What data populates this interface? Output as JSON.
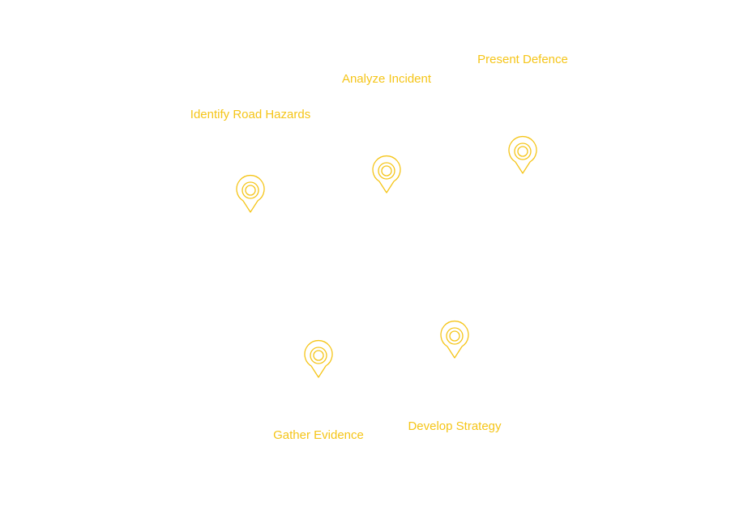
{
  "diagram": {
    "accent_color": "#f5c518",
    "steps": [
      {
        "label": "Identify Road Hazards",
        "icon": "map-pin-icon"
      },
      {
        "label": "Analyze Incident",
        "icon": "map-pin-icon"
      },
      {
        "label": "Present Defence",
        "icon": "map-pin-icon"
      },
      {
        "label": "Gather Evidence",
        "icon": "map-pin-icon"
      },
      {
        "label": "Develop Strategy",
        "icon": "map-pin-icon"
      }
    ]
  }
}
